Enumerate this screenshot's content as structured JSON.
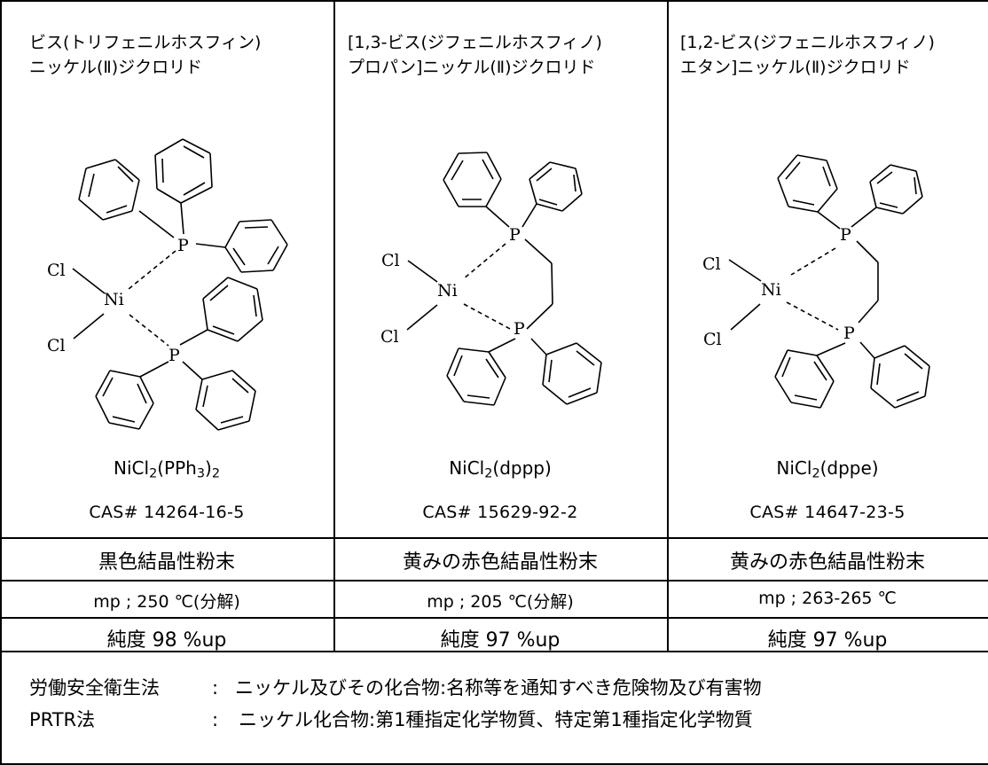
{
  "compounds": [
    {
      "name_line1": "ビス(トリフェニルホスフィン)",
      "name_line2": " ニッケル(Ⅱ)ジクロリド",
      "formula_main": "NiCl",
      "formula_sub1": "2",
      "formula_mid": "(PPh",
      "formula_sub2": "3",
      "formula_tail": ")",
      "formula_sub3": "2",
      "cas": "CAS# 14264-16-5",
      "appearance": "黒色結晶性粉末",
      "mp": "mp ; 250 ℃(分解)",
      "purity": "純度 98 %up",
      "atoms": {
        "cl_top": "Cl",
        "cl_bottom": "Cl",
        "ni": "Ni",
        "p_top": "P",
        "p_bottom": "P"
      }
    },
    {
      "name_line1": "[1,3-ビス(ジフェニルホスフィノ)",
      "name_line2": "プロパン]ニッケル(Ⅱ)ジクロリド",
      "formula_main": "NiCl",
      "formula_sub1": "2",
      "formula_mid": "(dppp)",
      "cas": "CAS# 15629-92-2",
      "appearance": "黄みの赤色結晶性粉末",
      "mp": "mp ; 205 ℃(分解)",
      "purity": "純度 97 %up",
      "atoms": {
        "cl_top": "Cl",
        "cl_bottom": "Cl",
        "ni": "Ni",
        "p_top": "P",
        "p_bottom": "P"
      }
    },
    {
      "name_line1": "[1,2-ビス(ジフェニルホスフィノ)",
      "name_line2": "エタン]ニッケル(Ⅱ)ジクロリド",
      "formula_main": "NiCl",
      "formula_sub1": "2",
      "formula_mid": "(dppe)",
      "cas": "CAS# 14647-23-5",
      "appearance": "黄みの赤色結晶性粉末",
      "mp": "mp ; 263-265 ℃",
      "purity": "純度 97 %up",
      "atoms": {
        "cl_top": "Cl",
        "cl_bottom": "Cl",
        "ni": "Ni",
        "p_top": "P",
        "p_bottom": "P"
      }
    }
  ],
  "regulations": [
    {
      "law": "労働安全衛生法",
      "sep": ":",
      "text": "ニッケル及びその化合物:名称等を通知すべき危険物及び有害物"
    },
    {
      "law": "PRTR法",
      "sep": ":",
      "text": "ニッケル化合物:第1種指定化学物質、特定第1種指定化学物質"
    }
  ]
}
